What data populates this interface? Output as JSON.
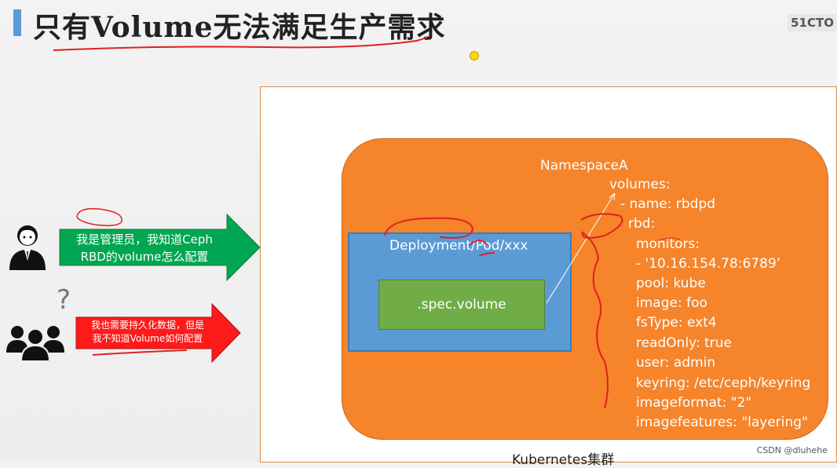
{
  "title": "只有Volume无法满足生产需求",
  "logo": "51CTO",
  "watermark": "CSDN @dluhehe",
  "diagram": {
    "namespace_label": "NamespaceA",
    "deployment_label": "Deployment/Pod/xxx",
    "spec_label": ".spec.volume",
    "cluster_label": "Kubernetes集群",
    "yaml_lines": [
      "volumes:",
      "- name: rbdpd",
      "rbd:",
      "monitors:",
      "- '10.16.154.78:6789’",
      "pool: kube",
      "image: foo",
      "fsType: ext4",
      "readOnly: true",
      "user: admin",
      "keyring: /etc/ceph/keyring",
      "imageformat: \"2\"",
      "imagefeatures: \"layering\""
    ]
  },
  "admin_arrow": {
    "line1": "我是管理员，我知道Ceph",
    "line2": "RBD的volume怎么配置",
    "color": "#00a651"
  },
  "user_arrow": {
    "line1": "我也需要持久化数据，但是",
    "line2": "我不知道Volume如何配置",
    "color": "#ff1a1a"
  },
  "question_mark": "?"
}
